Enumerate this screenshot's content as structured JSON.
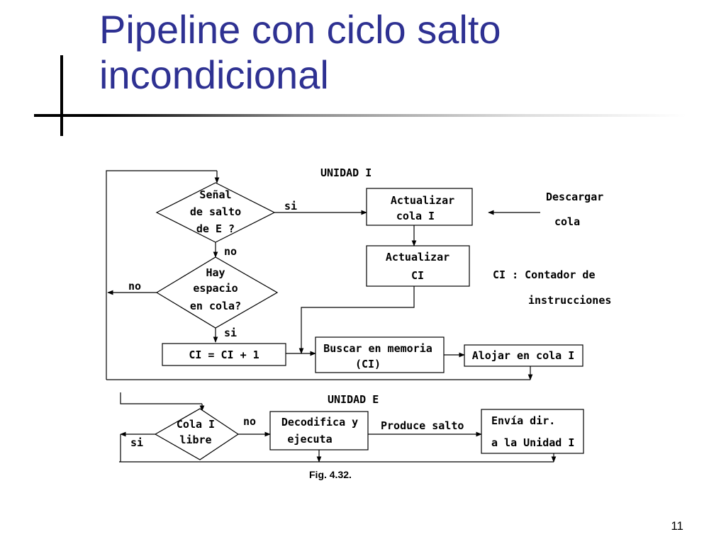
{
  "slide": {
    "title_line1": "Pipeline con ciclo salto",
    "title_line2": "incondicional",
    "page_number": "11"
  },
  "diagram": {
    "unit_i": {
      "heading": "UNIDAD I",
      "decision_signal": [
        "Señal",
        "de salto",
        "de E ?"
      ],
      "decision_space": [
        "Hay",
        "espacio",
        "en cola?"
      ],
      "box_update_queue": [
        "Actualizar",
        "cola I"
      ],
      "box_update_ci": [
        "Actualizar",
        "CI"
      ],
      "box_increment": "CI = CI + 1",
      "box_fetch": [
        "Buscar en memoria",
        "(CI)"
      ],
      "box_store": "Alojar en cola I",
      "label_si_1": "si",
      "label_no_1": "no",
      "label_no_2": "no",
      "label_si_2": "si",
      "download_queue": [
        "Descargar",
        "cola"
      ],
      "ci_definition": [
        "CI : Contador de",
        "instrucciones"
      ]
    },
    "unit_e": {
      "heading": "UNIDAD E",
      "decision_free": [
        "Cola I",
        "libre"
      ],
      "label_si": "si",
      "label_no": "no",
      "box_decode": [
        "Decodifica y",
        "ejecuta"
      ],
      "label_jump": "Produce salto",
      "box_send": [
        "Envía dir.",
        "a la Unidad I"
      ]
    },
    "caption": "Fig. 4.32."
  }
}
